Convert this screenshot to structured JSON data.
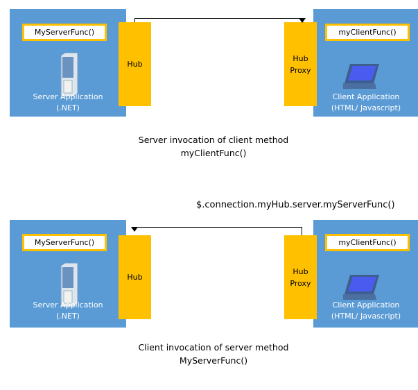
{
  "panels": [
    {
      "server": {
        "func": "MyServerFunc()",
        "label1": "Server Application",
        "label2": "(.NET)"
      },
      "hub": "Hub",
      "proxy": {
        "line1": "Hub",
        "line2": "Proxy"
      },
      "client": {
        "func": "myClientFunc()",
        "label1": "Client Application",
        "label2": "(HTML/ Javascript)"
      },
      "call_label": "",
      "caption1": "Server invocation of client method",
      "caption2": "myClientFunc()"
    },
    {
      "server": {
        "func": "MyServerFunc()",
        "label1": "Server Application",
        "label2": "(.NET)"
      },
      "hub": "Hub",
      "proxy": {
        "line1": "Hub",
        "line2": "Proxy"
      },
      "client": {
        "func": "myClientFunc()",
        "label1": "Client Application",
        "label2": "(HTML/ Javascript)"
      },
      "call_label": "$.connection.myHub.server.myServerFunc()",
      "caption1": "Client invocation of server method",
      "caption2": "MyServerFunc()"
    }
  ],
  "colors": {
    "app": "#5b9bd5",
    "hub": "#ffc000"
  }
}
